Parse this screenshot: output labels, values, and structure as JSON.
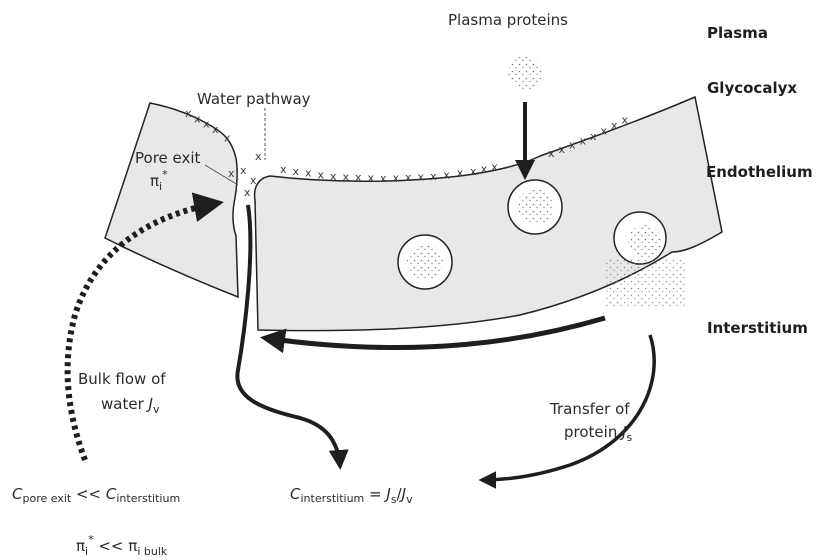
{
  "layers": {
    "plasma": "Plasma",
    "glycocalyx": "Glycocalyx",
    "endothelium": "Endothelium",
    "interstitium": "Interstitium"
  },
  "labels": {
    "plasma_proteins": "Plasma proteins",
    "water_pathway": "Water pathway",
    "pore_exit": "Pore exit",
    "pi_i": "π",
    "pi_i_sub": "i",
    "star": "*",
    "bulk_flow_line1": "Bulk flow of",
    "bulk_flow_line2_prefix": "water ",
    "bulk_flow_J": "J",
    "bulk_flow_sub": "v",
    "transfer_line1": "Transfer of",
    "transfer_line2_prefix": "protein ",
    "transfer_J": "J",
    "transfer_sub": "s"
  },
  "equations": {
    "c_pore_c": "C",
    "c_pore_sub": "pore exit",
    "c_pore_op": " << ",
    "c_int_c": "C",
    "c_int_sub": "interstitium",
    "c_eq_c": "C",
    "c_eq_sub": "interstitium",
    "c_eq_rhs_prefix": " = ",
    "c_eq_J1": "J",
    "c_eq_s": "s",
    "c_eq_slash": "/",
    "c_eq_J2": "J",
    "c_eq_v": "v",
    "pi_star_pi": "π",
    "pi_star_sub": "i",
    "pi_star_sup": "*",
    "pi_op": " << ",
    "pi_bulk_pi": "π",
    "pi_bulk_sub": "i bulk"
  },
  "glyco_mark": "x",
  "colors": {
    "cell_fill": "#e9e9e9",
    "line": "#222222"
  }
}
